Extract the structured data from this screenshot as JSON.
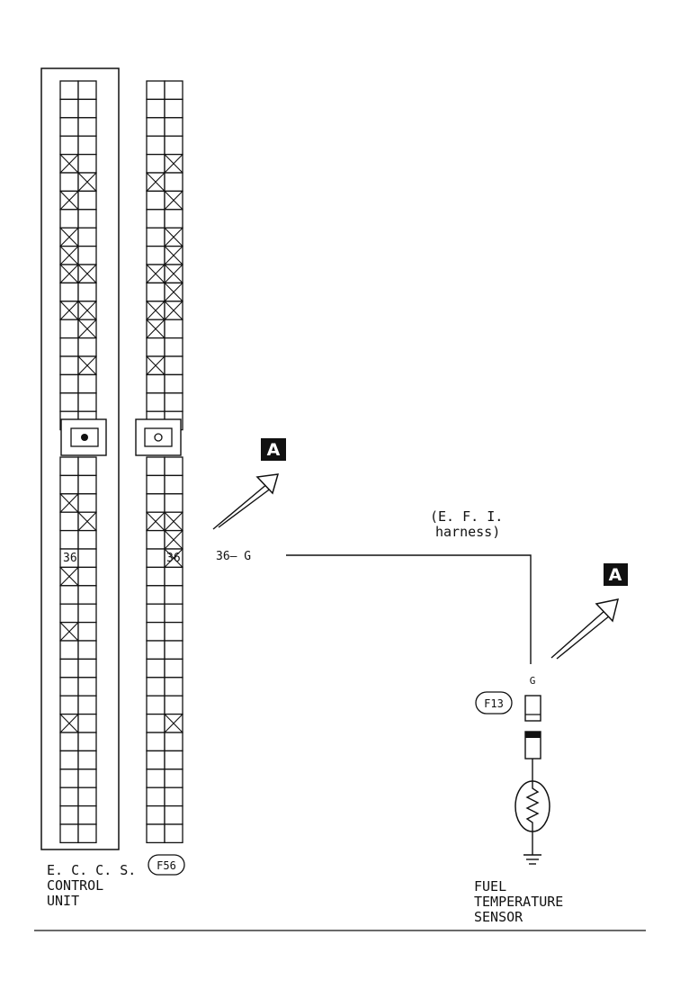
{
  "ecu": {
    "caption_lines": [
      "E. C. C. S.",
      "CONTROL",
      "UNIT"
    ],
    "pin_label": "36"
  },
  "connector_f56": {
    "id": "F56",
    "pin_label": "36"
  },
  "wire": {
    "terminal_label": "36— G",
    "color_code": "G",
    "harness_label_lines": [
      "(E. F. I.",
      "harness)"
    ]
  },
  "connector_f13": {
    "id": "F13"
  },
  "sensor": {
    "caption_lines": [
      "FUEL",
      "TEMPERATURE",
      "SENSOR"
    ]
  },
  "markers": {
    "arrow_letter": "A"
  }
}
